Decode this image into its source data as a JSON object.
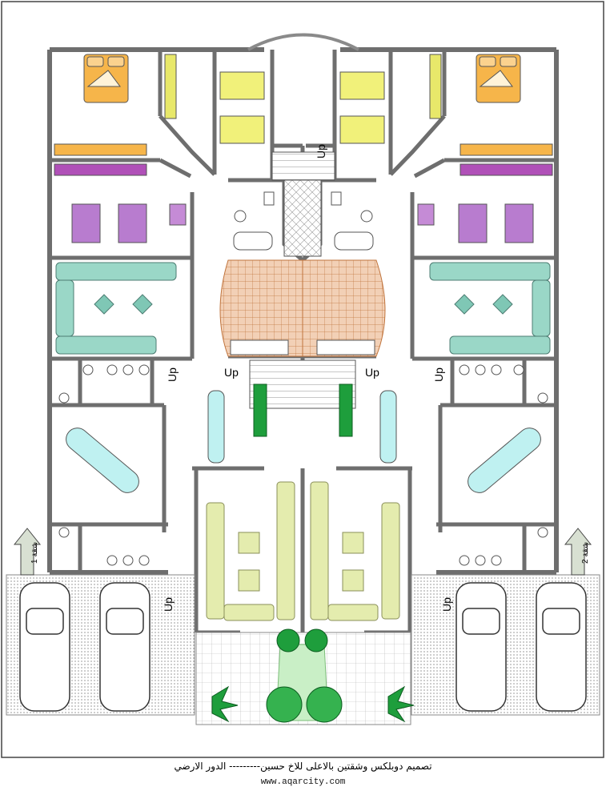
{
  "drawing": {
    "caption": "تصميم دوبلكس وشقتين بالاعلى للاخ حسين--------- الدور الارضي",
    "website": "www.aqarcity.com",
    "stair_label": "Up",
    "apartment_1": "شقة 1",
    "apartment_2": "شقة 2"
  },
  "colors": {
    "wall": "#6e6e6e",
    "bed_orange": "#f6b54a",
    "bed_yellow": "#f1f17a",
    "bed_purple": "#b87ccf",
    "sofa_green": "#9ad7c7",
    "sofa_yellow": "#e4ecae",
    "table_cyan": "#bff1f1",
    "plant_green": "#1e9e3c",
    "floor_terracotta": "#e6b089"
  }
}
